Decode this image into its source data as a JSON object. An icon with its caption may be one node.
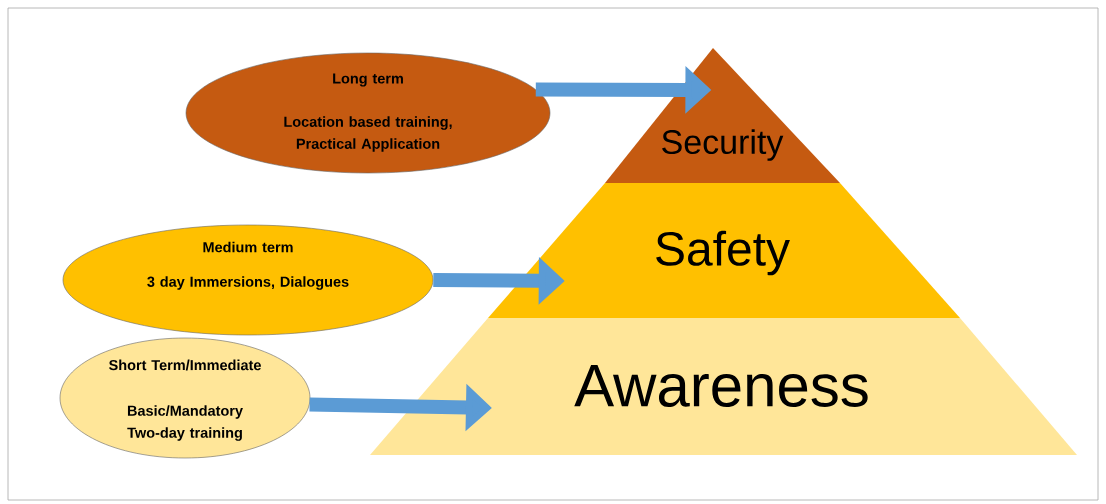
{
  "diagram": {
    "nodes": [
      {
        "text": [
          "Long term",
          "Location based training, Practical Application"
        ]
      },
      {
        "text": [
          "Security"
        ]
      },
      {
        "text": [
          "Medium term",
          "3 day Immersions, Dialogues"
        ]
      },
      {
        "text": [
          "Safety"
        ]
      },
      {
        "text": [
          "Short Term/Immediate",
          "Basic/Mandatory Two-day training"
        ]
      },
      {
        "text": [
          "Awareness"
        ]
      }
    ],
    "edges": [
      {
        "from": 0,
        "to": 1,
        "arrow": "to"
      },
      {
        "from": 2,
        "to": 3,
        "arrow": "to"
      },
      {
        "from": 4,
        "to": 5,
        "arrow": "to"
      }
    ]
  }
}
